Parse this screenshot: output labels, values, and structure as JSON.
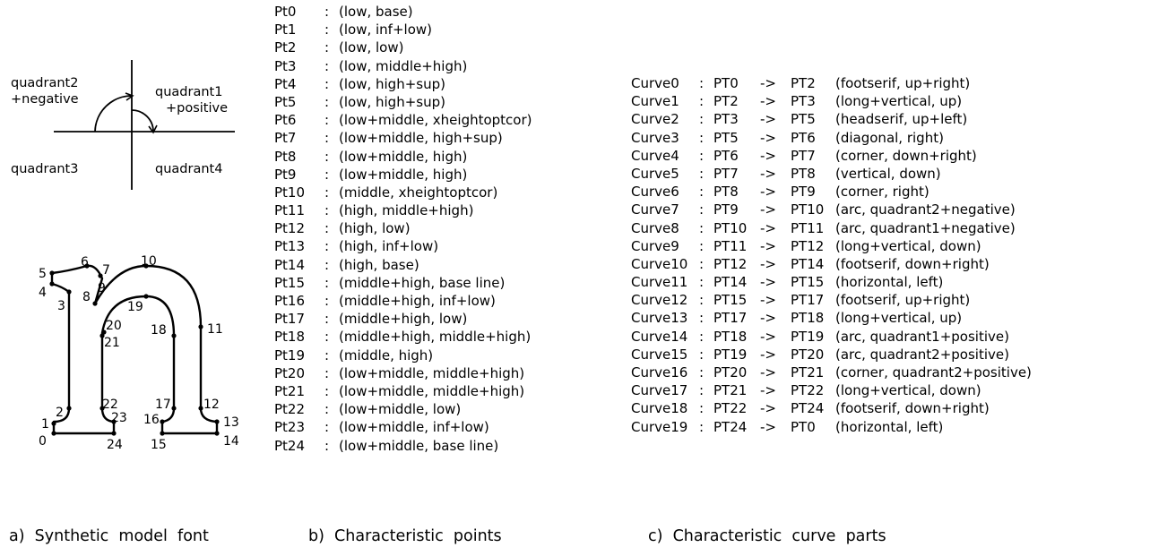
{
  "figure": {
    "quadrant_labels": [
      "quadrant2",
      "+negative",
      "quadrant1",
      "+positive",
      "quadrant3",
      "quadrant4"
    ],
    "point_labels": [
      "0",
      "1",
      "2",
      "3",
      "4",
      "5",
      "6",
      "7",
      "8",
      "9",
      "10",
      "11",
      "12",
      "13",
      "14",
      "15",
      "16",
      "17",
      "18",
      "19",
      "20",
      "21",
      "22",
      "23",
      "24"
    ]
  },
  "points": [
    {
      "name": "Pt0",
      "value": "(low, base)"
    },
    {
      "name": "Pt1",
      "value": "(low, inf+low)"
    },
    {
      "name": "Pt2",
      "value": "(low, low)"
    },
    {
      "name": "Pt3",
      "value": "(low, middle+high)"
    },
    {
      "name": "Pt4",
      "value": "(low, high+sup)"
    },
    {
      "name": "Pt5",
      "value": "(low, high+sup)"
    },
    {
      "name": "Pt6",
      "value": "(low+middle, xheightoptcor)"
    },
    {
      "name": "Pt7",
      "value": "(low+middle, high+sup)"
    },
    {
      "name": "Pt8",
      "value": "(low+middle, high)"
    },
    {
      "name": "Pt9",
      "value": "(low+middle, high)"
    },
    {
      "name": "Pt10",
      "value": "(middle, xheightoptcor)"
    },
    {
      "name": "Pt11",
      "value": "(high, middle+high)"
    },
    {
      "name": "Pt12",
      "value": "(high, low)"
    },
    {
      "name": "Pt13",
      "value": "(high, inf+low)"
    },
    {
      "name": "Pt14",
      "value": "(high, base)"
    },
    {
      "name": "Pt15",
      "value": "(middle+high, base line)"
    },
    {
      "name": "Pt16",
      "value": "(middle+high, inf+low)"
    },
    {
      "name": "Pt17",
      "value": "(middle+high, low)"
    },
    {
      "name": "Pt18",
      "value": "(middle+high, middle+high)"
    },
    {
      "name": "Pt19",
      "value": "(middle, high)"
    },
    {
      "name": "Pt20",
      "value": "(low+middle, middle+high)"
    },
    {
      "name": "Pt21",
      "value": "(low+middle, middle+high)"
    },
    {
      "name": "Pt22",
      "value": "(low+middle, low)"
    },
    {
      "name": "Pt23",
      "value": "(low+middle, inf+low)"
    },
    {
      "name": "Pt24",
      "value": "(low+middle, base line)"
    }
  ],
  "curves": [
    {
      "name": "Curve0",
      "from": "PT0",
      "to": "PT2",
      "desc": "(footserif, up+right)"
    },
    {
      "name": "Curve1",
      "from": "PT2",
      "to": "PT3",
      "desc": "(long+vertical, up)"
    },
    {
      "name": "Curve2",
      "from": "PT3",
      "to": "PT5",
      "desc": "(headserif, up+left)"
    },
    {
      "name": "Curve3",
      "from": "PT5",
      "to": "PT6",
      "desc": "(diagonal, right)"
    },
    {
      "name": "Curve4",
      "from": "PT6",
      "to": "PT7",
      "desc": "(corner, down+right)"
    },
    {
      "name": "Curve5",
      "from": "PT7",
      "to": "PT8",
      "desc": "(vertical, down)"
    },
    {
      "name": "Curve6",
      "from": "PT8",
      "to": "PT9",
      "desc": "(corner, right)"
    },
    {
      "name": "Curve7",
      "from": "PT9",
      "to": "PT10",
      "desc": "(arc, quadrant2+negative)"
    },
    {
      "name": "Curve8",
      "from": "PT10",
      "to": "PT11",
      "desc": "(arc, quadrant1+negative)"
    },
    {
      "name": "Curve9",
      "from": "PT11",
      "to": "PT12",
      "desc": "(long+vertical, down)"
    },
    {
      "name": "Curve10",
      "from": "PT12",
      "to": "PT14",
      "desc": "(footserif, down+right)"
    },
    {
      "name": "Curve11",
      "from": "PT14",
      "to": "PT15",
      "desc": "(horizontal, left)"
    },
    {
      "name": "Curve12",
      "from": "PT15",
      "to": "PT17",
      "desc": "(footserif, up+right)"
    },
    {
      "name": "Curve13",
      "from": "PT17",
      "to": "PT18",
      "desc": "(long+vertical, up)"
    },
    {
      "name": "Curve14",
      "from": "PT18",
      "to": "PT19",
      "desc": "(arc, quadrant1+positive)"
    },
    {
      "name": "Curve15",
      "from": "PT19",
      "to": "PT20",
      "desc": "(arc, quadrant2+positive)"
    },
    {
      "name": "Curve16",
      "from": "PT20",
      "to": "PT21",
      "desc": "(corner, quadrant2+positive)"
    },
    {
      "name": "Curve17",
      "from": "PT21",
      "to": "PT22",
      "desc": "(long+vertical, down)"
    },
    {
      "name": "Curve18",
      "from": "PT22",
      "to": "PT24",
      "desc": "(footserif, down+right)"
    },
    {
      "name": "Curve19",
      "from": "PT24",
      "to": "PT0",
      "desc": "(horizontal, left)"
    }
  ],
  "captions": {
    "a": "a)  Synthetic  model  font",
    "b": "b)  Characteristic  points",
    "c": "c)  Characteristic  curve  parts"
  }
}
